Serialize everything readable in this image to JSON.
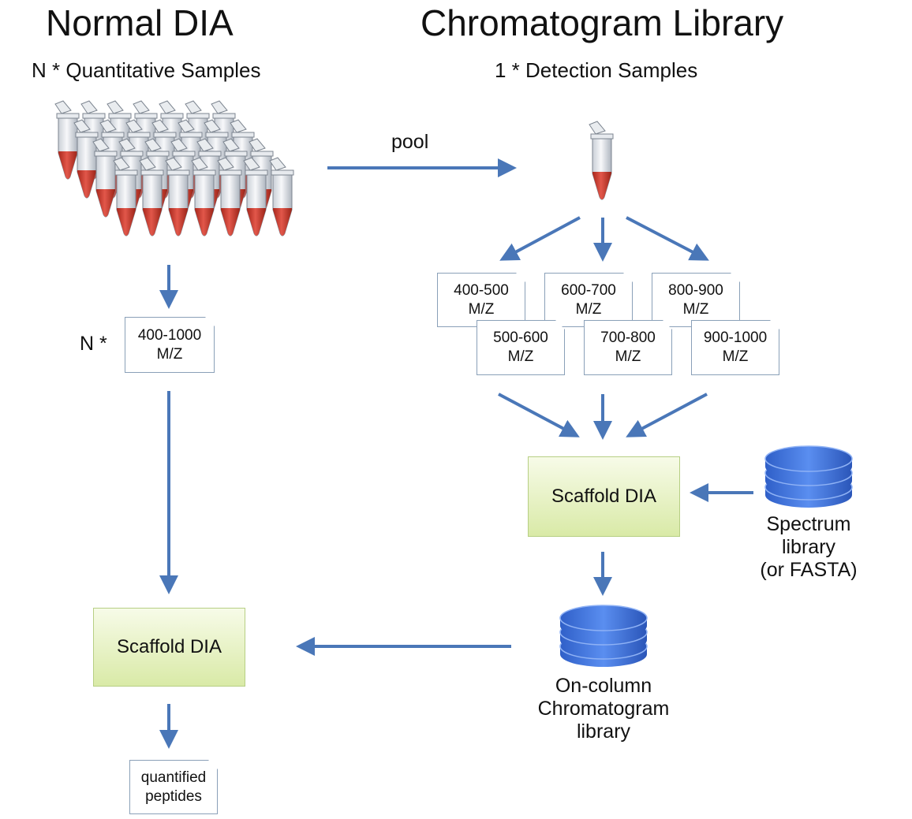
{
  "left": {
    "title": "Normal DIA",
    "subtitle": "N * Quantitative Samples",
    "n_prefix": "N *",
    "doc_range": [
      "400-1000",
      "M/Z"
    ],
    "process": "Scaffold DIA",
    "output": [
      "quantified",
      "peptides"
    ]
  },
  "right": {
    "title": "Chromatogram Library",
    "subtitle": "1 * Detection Samples",
    "pool_label": "pool",
    "windows": [
      [
        "400-500",
        "M/Z"
      ],
      [
        "600-700",
        "M/Z"
      ],
      [
        "800-900",
        "M/Z"
      ],
      [
        "500-600",
        "M/Z"
      ],
      [
        "700-800",
        "M/Z"
      ],
      [
        "900-1000",
        "M/Z"
      ]
    ],
    "process": "Scaffold DIA",
    "spectrum_library": [
      "Spectrum",
      "library",
      "(or FASTA)"
    ],
    "chromatogram_library": [
      "On-column",
      "Chromatogram",
      "library"
    ]
  },
  "colors": {
    "arrow": "#4a77b8",
    "database": "#3d6fd6",
    "tube_liquid": "#cc3b2b",
    "process_fill": "#dcebaa"
  }
}
